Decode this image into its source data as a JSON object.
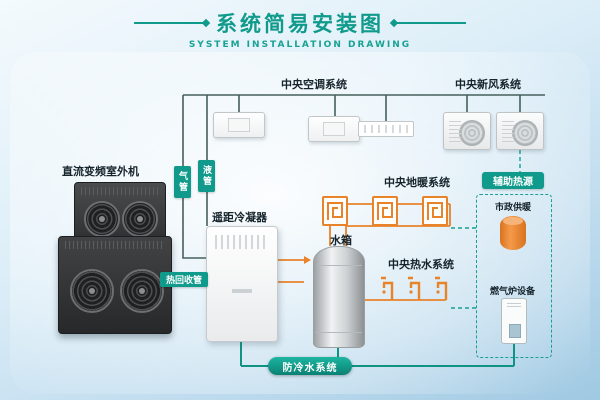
{
  "header": {
    "title": "系统简易安装图",
    "subtitle": "SYSTEM INSTALLATION DRAWING"
  },
  "labels": {
    "central_ac": "中央空调系统",
    "fresh_air": "中央新风系统",
    "outdoor_unit": "直流变频室外机",
    "gas_pipe": "气管",
    "liquid_pipe": "液管",
    "condenser": "遥距冷凝器",
    "heat_recovery": "热回收管",
    "water_tank": "水箱",
    "floor_heating": "中央地暖系统",
    "hot_water": "中央热水系统",
    "aux_heat": "辅助热源",
    "municipal_heating": "市政供暖",
    "gas_furnace": "燃气炉设备",
    "anti_cold_water": "防冷水系统"
  },
  "colors": {
    "teal": "#0f9a8b",
    "orange": "#e8832a",
    "pipe_dark": "#46605c",
    "background_blue": "#b9d8ec"
  }
}
